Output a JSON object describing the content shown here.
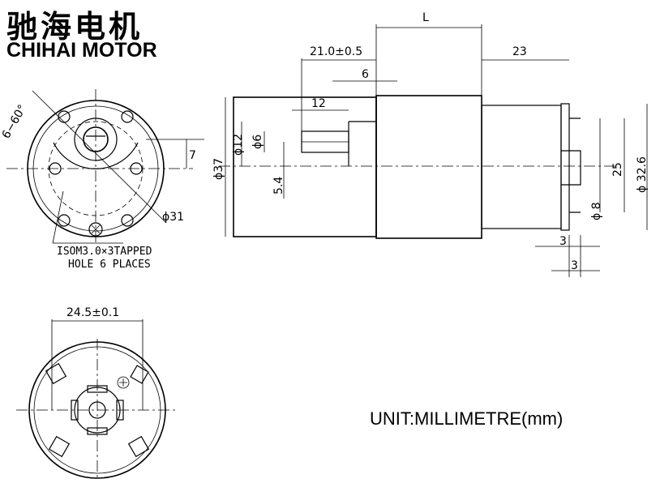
{
  "brand": {
    "chinese_name": "驰海电机",
    "english_name": "CHIHAI MOTOR"
  },
  "unit_note": "UNIT:MILLIMETRE(mm)",
  "front_view": {
    "angle_label": "6−60°",
    "offset_label": "7",
    "pcd_label": "ϕ31",
    "hole_note_line1": "ISOM3.0×3TAPPED",
    "hole_note_line2": "HOLE 6 PLACES"
  },
  "side_view": {
    "length_label": "L",
    "gearbox_length_label": "21.0±0.5",
    "motor_length_label": "23",
    "shaft_collar_label": "6",
    "shaft_length_label": "12",
    "boss_diameter_label": "ϕ12",
    "shaft_diameter_label": "ϕ6",
    "flat_label": "5.4",
    "gearbox_diameter_label": "ϕ37",
    "terminal_span_label": "25",
    "bearing_boss_label": "ϕ 8",
    "motor_diameter_label": "ϕ 32.6",
    "endcap_offset_label_1": "3",
    "endcap_offset_label_2": "3"
  },
  "rear_view": {
    "brush_span_label": "24.5±0.1",
    "plus_symbol": "⊕"
  }
}
